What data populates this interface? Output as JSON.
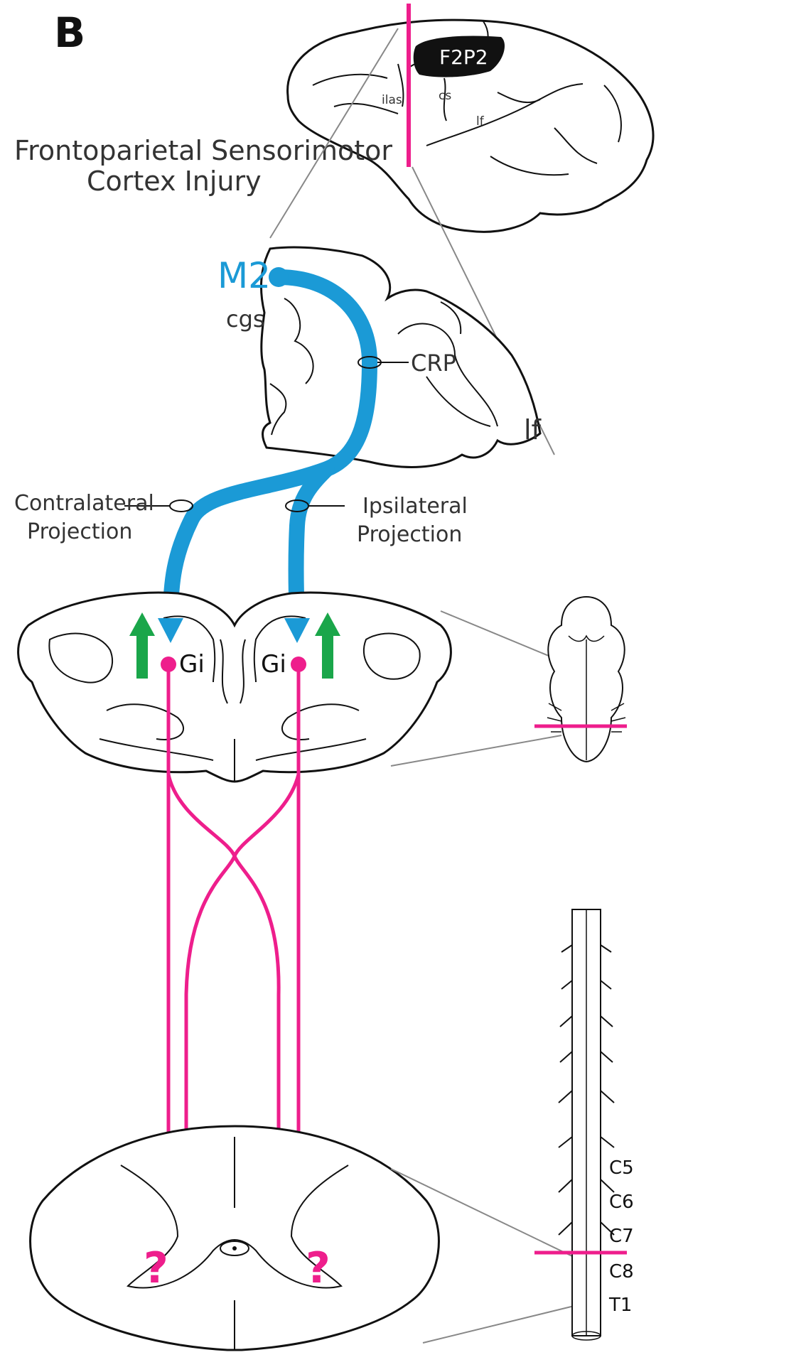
{
  "panel_label": "B",
  "title_line1": "Frontoparietal Sensorimotor",
  "title_line2": "Cortex Injury",
  "lesion_label": "F2P2",
  "sulci": {
    "ilas": "ilas",
    "cs": "cs",
    "lf_small": "lf"
  },
  "coronal": {
    "m2": "M2",
    "cgs": "cgs",
    "crp": "CRP",
    "lf": "lf"
  },
  "projections": {
    "contra_line1": "Contralateral",
    "contra_line2": "Projection",
    "ipsi_line1": "Ipsilateral",
    "ipsi_line2": "Projection"
  },
  "brainstem": {
    "gi_left": "Gi",
    "gi_right": "Gi"
  },
  "spinal": {
    "q_left": "?",
    "q_right": "?"
  },
  "segments": [
    "C5",
    "C6",
    "C7",
    "C8",
    "T1"
  ],
  "colors": {
    "blue": "#1b9ad6",
    "pink": "#ee1e8c",
    "green": "#1aa64a"
  }
}
